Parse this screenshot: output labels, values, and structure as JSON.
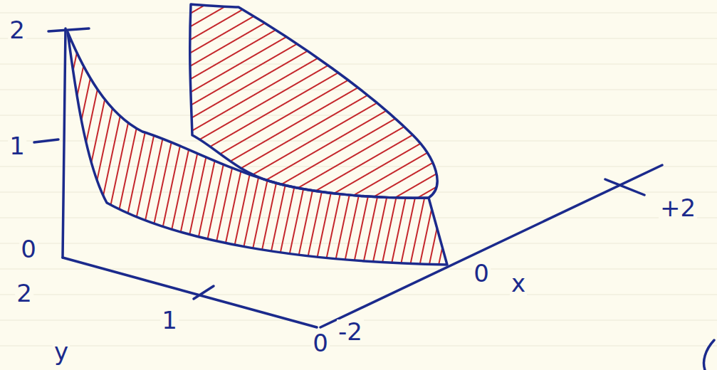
{
  "diagram": {
    "labels": [
      "2",
      "1",
      "0",
      "2",
      "1",
      "y",
      "0",
      "-2",
      "0",
      "x",
      "+2"
    ]
  }
}
